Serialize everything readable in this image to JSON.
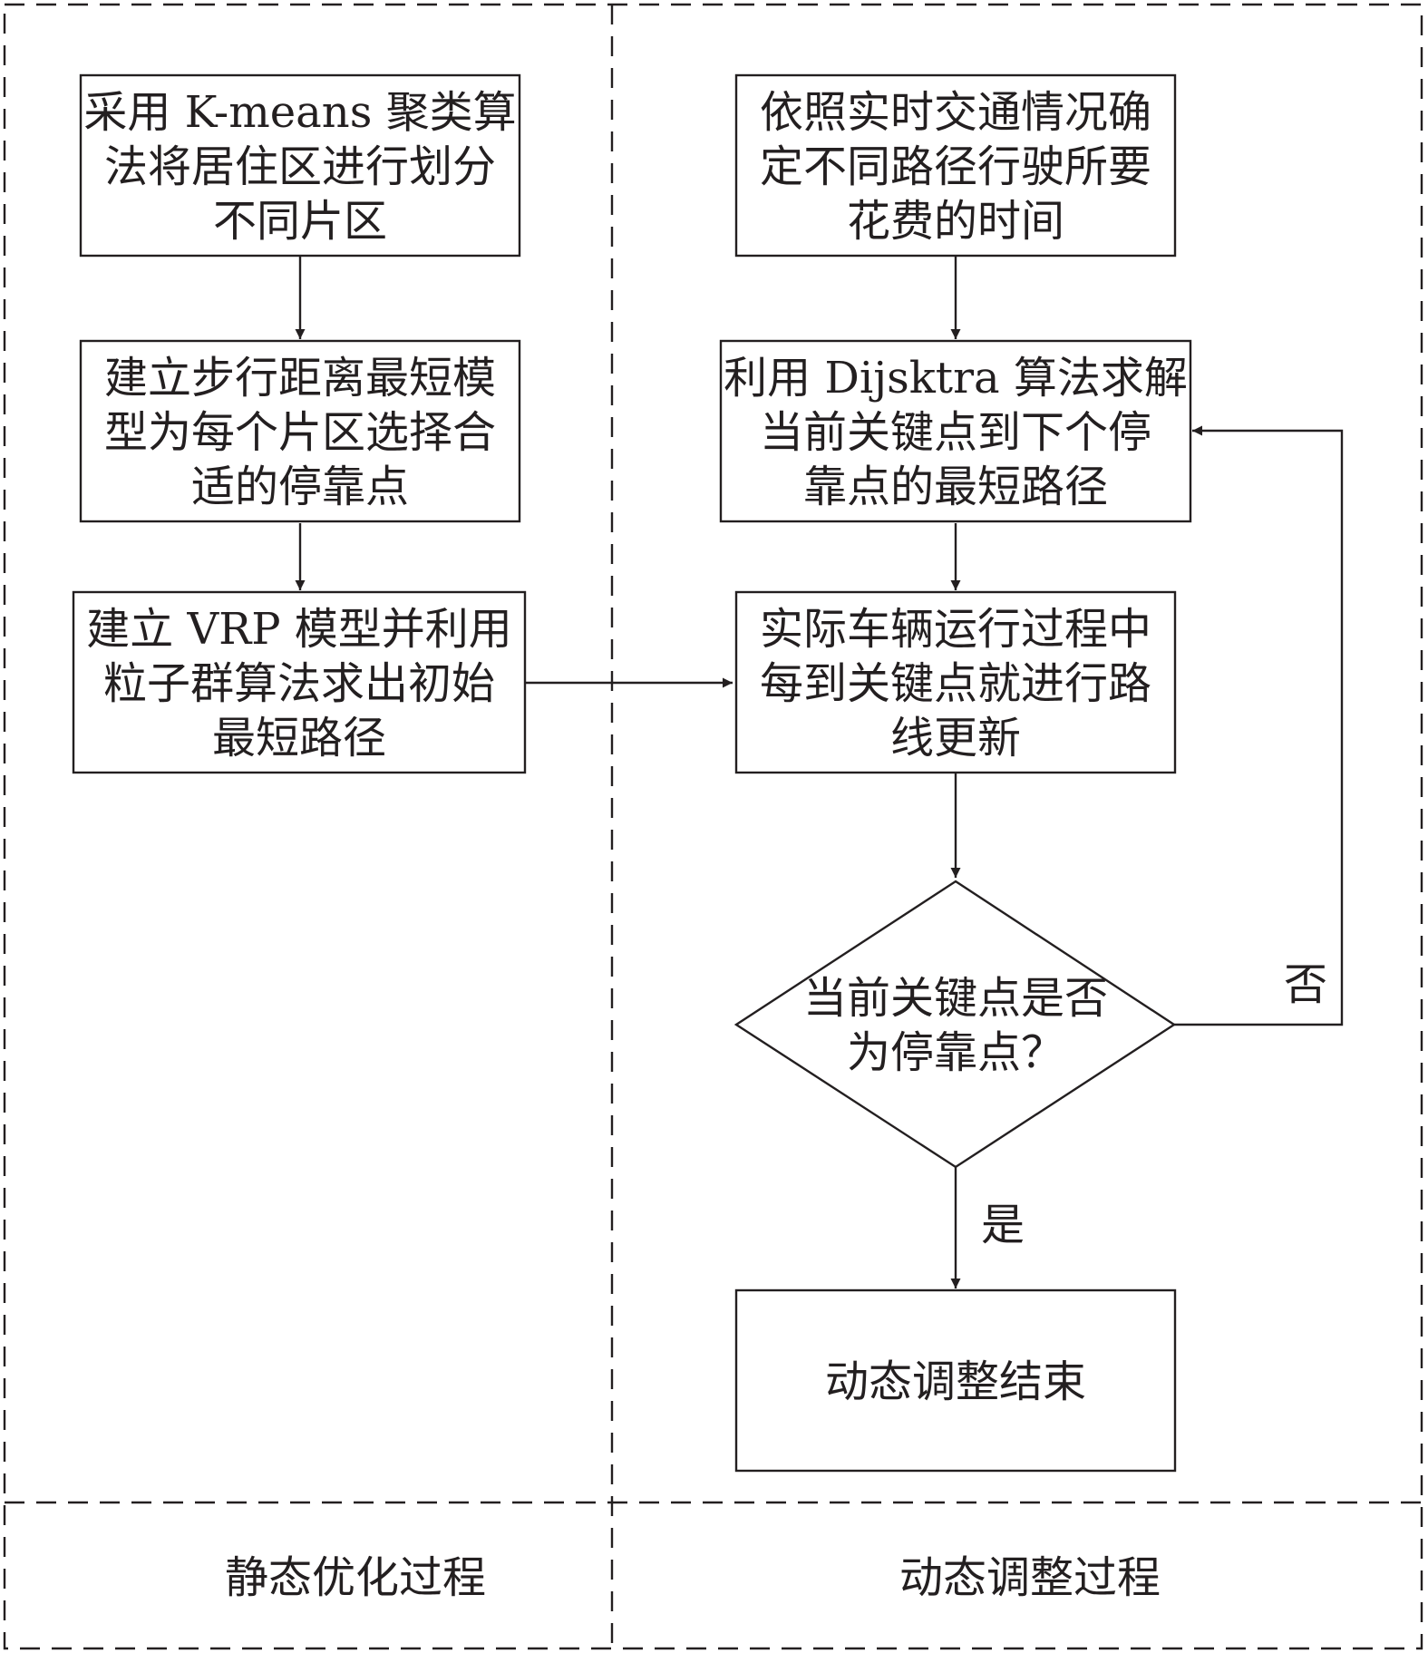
{
  "regions": {
    "static_label": "静态优化过程",
    "dynamic_label": "动态调整过程"
  },
  "static_steps": [
    {
      "lines": [
        "采用 K-means 聚类算",
        "法将居住区进行划分",
        "不同片区"
      ]
    },
    {
      "lines": [
        "建立步行距离最短模",
        "型为每个片区选择合",
        "适的停靠点"
      ]
    },
    {
      "lines": [
        "建立 VRP 模型并利用",
        "粒子群算法求出初始",
        "最短路径"
      ]
    }
  ],
  "dynamic_steps": [
    {
      "lines": [
        "依照实时交通情况确",
        "定不同路径行驶所要",
        "花费的时间"
      ]
    },
    {
      "lines": [
        "利用 Dijsktra 算法求解",
        "当前关键点到下个停",
        "靠点的最短路径"
      ]
    },
    {
      "lines": [
        "实际车辆运行过程中",
        "每到关键点就进行路",
        "线更新"
      ]
    }
  ],
  "decision": {
    "lines": [
      "当前关键点是否",
      "为停靠点？"
    ]
  },
  "branches": {
    "no_label": "否",
    "yes_label": "是"
  },
  "end_step": {
    "label": "动态调整结束"
  }
}
